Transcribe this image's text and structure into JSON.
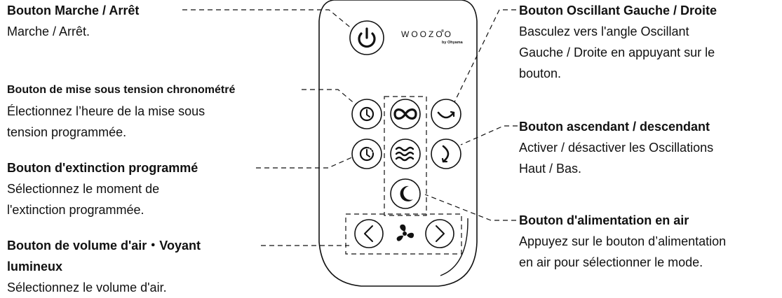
{
  "left_annotations": {
    "power": {
      "title": "Bouton Marche / Arrêt",
      "desc": "Marche / Arrêt."
    },
    "timer_on": {
      "title": "Bouton de mise sous tension chronométré",
      "desc1": "Électionnez l’heure de la mise sous",
      "desc2": "tension programmée."
    },
    "timer_off": {
      "title": "Bouton d'extinction programmé",
      "desc1": "Sélectionnez le moment de",
      "desc2": "l'extinction programmée."
    },
    "volume": {
      "title1": "Bouton de volume d'air・Voyant",
      "title2": "lumineux",
      "desc": "Sélectionnez le volume d'air."
    }
  },
  "right_annotations": {
    "oscillate_lr": {
      "title": "Bouton Oscillant Gauche / Droite",
      "desc1": "Basculez vers l'angle Oscillant",
      "desc2": "Gauche / Droite en appuyant sur le",
      "desc3": "bouton."
    },
    "oscillate_ud": {
      "title": "Bouton ascendant / descendant",
      "desc1": "Activer / désactiver les Oscillations",
      "desc2": "Haut / Bas."
    },
    "air_supply": {
      "title": "Bouton d'alimentation en air",
      "desc1": "Appuyez sur le bouton d’alimentation",
      "desc2": "en air pour sélectionner le mode."
    }
  },
  "remote": {
    "brand": "WOOZOO",
    "brand_mark": "®",
    "brand_sub": "by Ohyama",
    "buttons": [
      {
        "name": "power",
        "icon": "power-icon"
      },
      {
        "name": "timer-on",
        "icon": "clock-icon"
      },
      {
        "name": "rhythm",
        "icon": "infinity-icon"
      },
      {
        "name": "oscillate-lr",
        "icon": "horizontal-swing-icon"
      },
      {
        "name": "timer-off",
        "icon": "timer-off-icon"
      },
      {
        "name": "mode",
        "icon": "wind-waves-icon"
      },
      {
        "name": "oscillate-ud",
        "icon": "vertical-swing-icon"
      },
      {
        "name": "night",
        "icon": "moon-icon"
      },
      {
        "name": "volume-down",
        "icon": "chevron-left-icon"
      },
      {
        "name": "fan-indicator",
        "icon": "fan-icon"
      },
      {
        "name": "volume-up",
        "icon": "chevron-right-icon"
      }
    ]
  }
}
